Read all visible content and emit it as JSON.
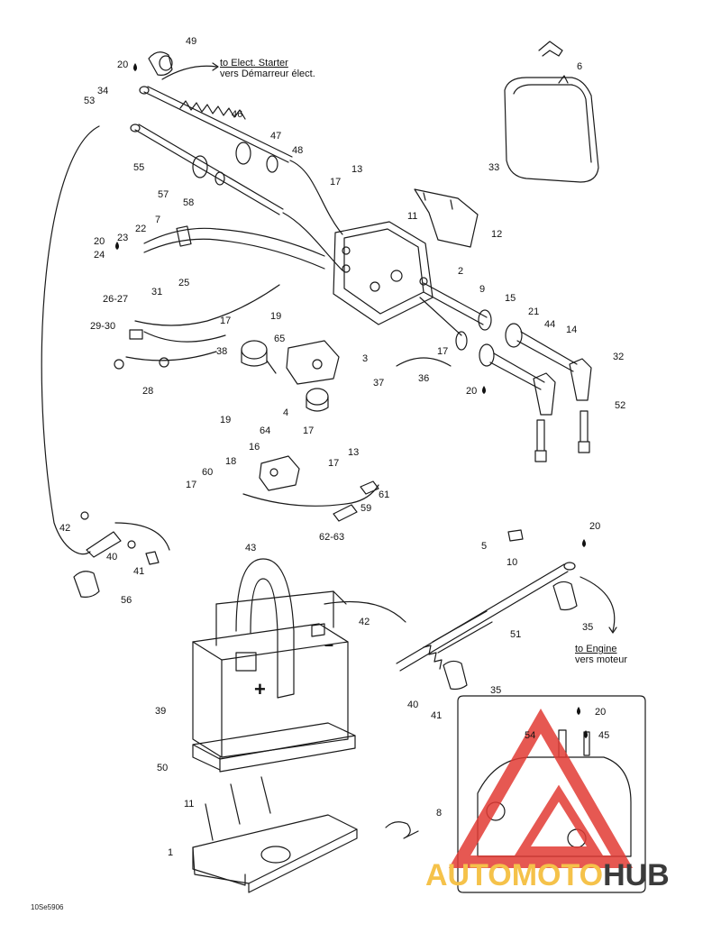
{
  "diagram": {
    "drawing_code": "10Se5906",
    "notes": {
      "starter": {
        "en": "to Elect. Starter",
        "fr": "vers Démarreur élect."
      },
      "engine": {
        "en": "to Engine",
        "fr": "vers moteur"
      }
    },
    "labels": {
      "p49": "49",
      "p20a": "20",
      "p6": "6",
      "p34": "34",
      "p53": "53",
      "p46": "46",
      "p33": "33",
      "p55": "55",
      "p47": "47",
      "p48": "48",
      "p13a": "13",
      "p17a": "17",
      "p57": "57",
      "p58": "58",
      "p11a": "11",
      "p12": "12",
      "p7": "7",
      "p22": "22",
      "p20b": "20",
      "p23": "23",
      "p24": "24",
      "p2": "2",
      "p31": "31",
      "p25": "25",
      "p9": "9",
      "p15": "15",
      "p21": "21",
      "p2627": "26-27",
      "p19a": "19",
      "p44": "44",
      "p14": "14",
      "p17b": "17",
      "p2930": "29-30",
      "p65": "65",
      "p38": "38",
      "p3": "3",
      "p17c": "17",
      "p32": "32",
      "p28": "28",
      "p37": "37",
      "p36": "36",
      "p20c": "20",
      "p4": "4",
      "p52": "52",
      "p19b": "19",
      "p64": "64",
      "p17d": "17",
      "p13b": "13",
      "p16": "16",
      "p18": "18",
      "p17e": "17",
      "p60": "60",
      "p61": "61",
      "p17f": "17",
      "p59": "59",
      "p6263": "62-63",
      "p20d": "20",
      "p42a": "42",
      "p5": "5",
      "p10": "10",
      "p40a": "40",
      "p41a": "41",
      "p43": "43",
      "p56": "56",
      "p35a": "35",
      "p51": "51",
      "p42b": "42",
      "p35b": "35",
      "p39": "39",
      "p40b": "40",
      "p41b": "41",
      "p20e": "20",
      "p54": "54",
      "p45": "45",
      "p50": "50",
      "p8": "8",
      "p11b": "11",
      "p1": "1"
    },
    "symbols": {
      "plus": "+",
      "minus": "–"
    },
    "watermark": {
      "part1": "AUTOMOTO",
      "part2": "HUB",
      "accent": "#f5c24a",
      "dark": "#3b3b3b",
      "triangle": "#e23b35"
    }
  }
}
